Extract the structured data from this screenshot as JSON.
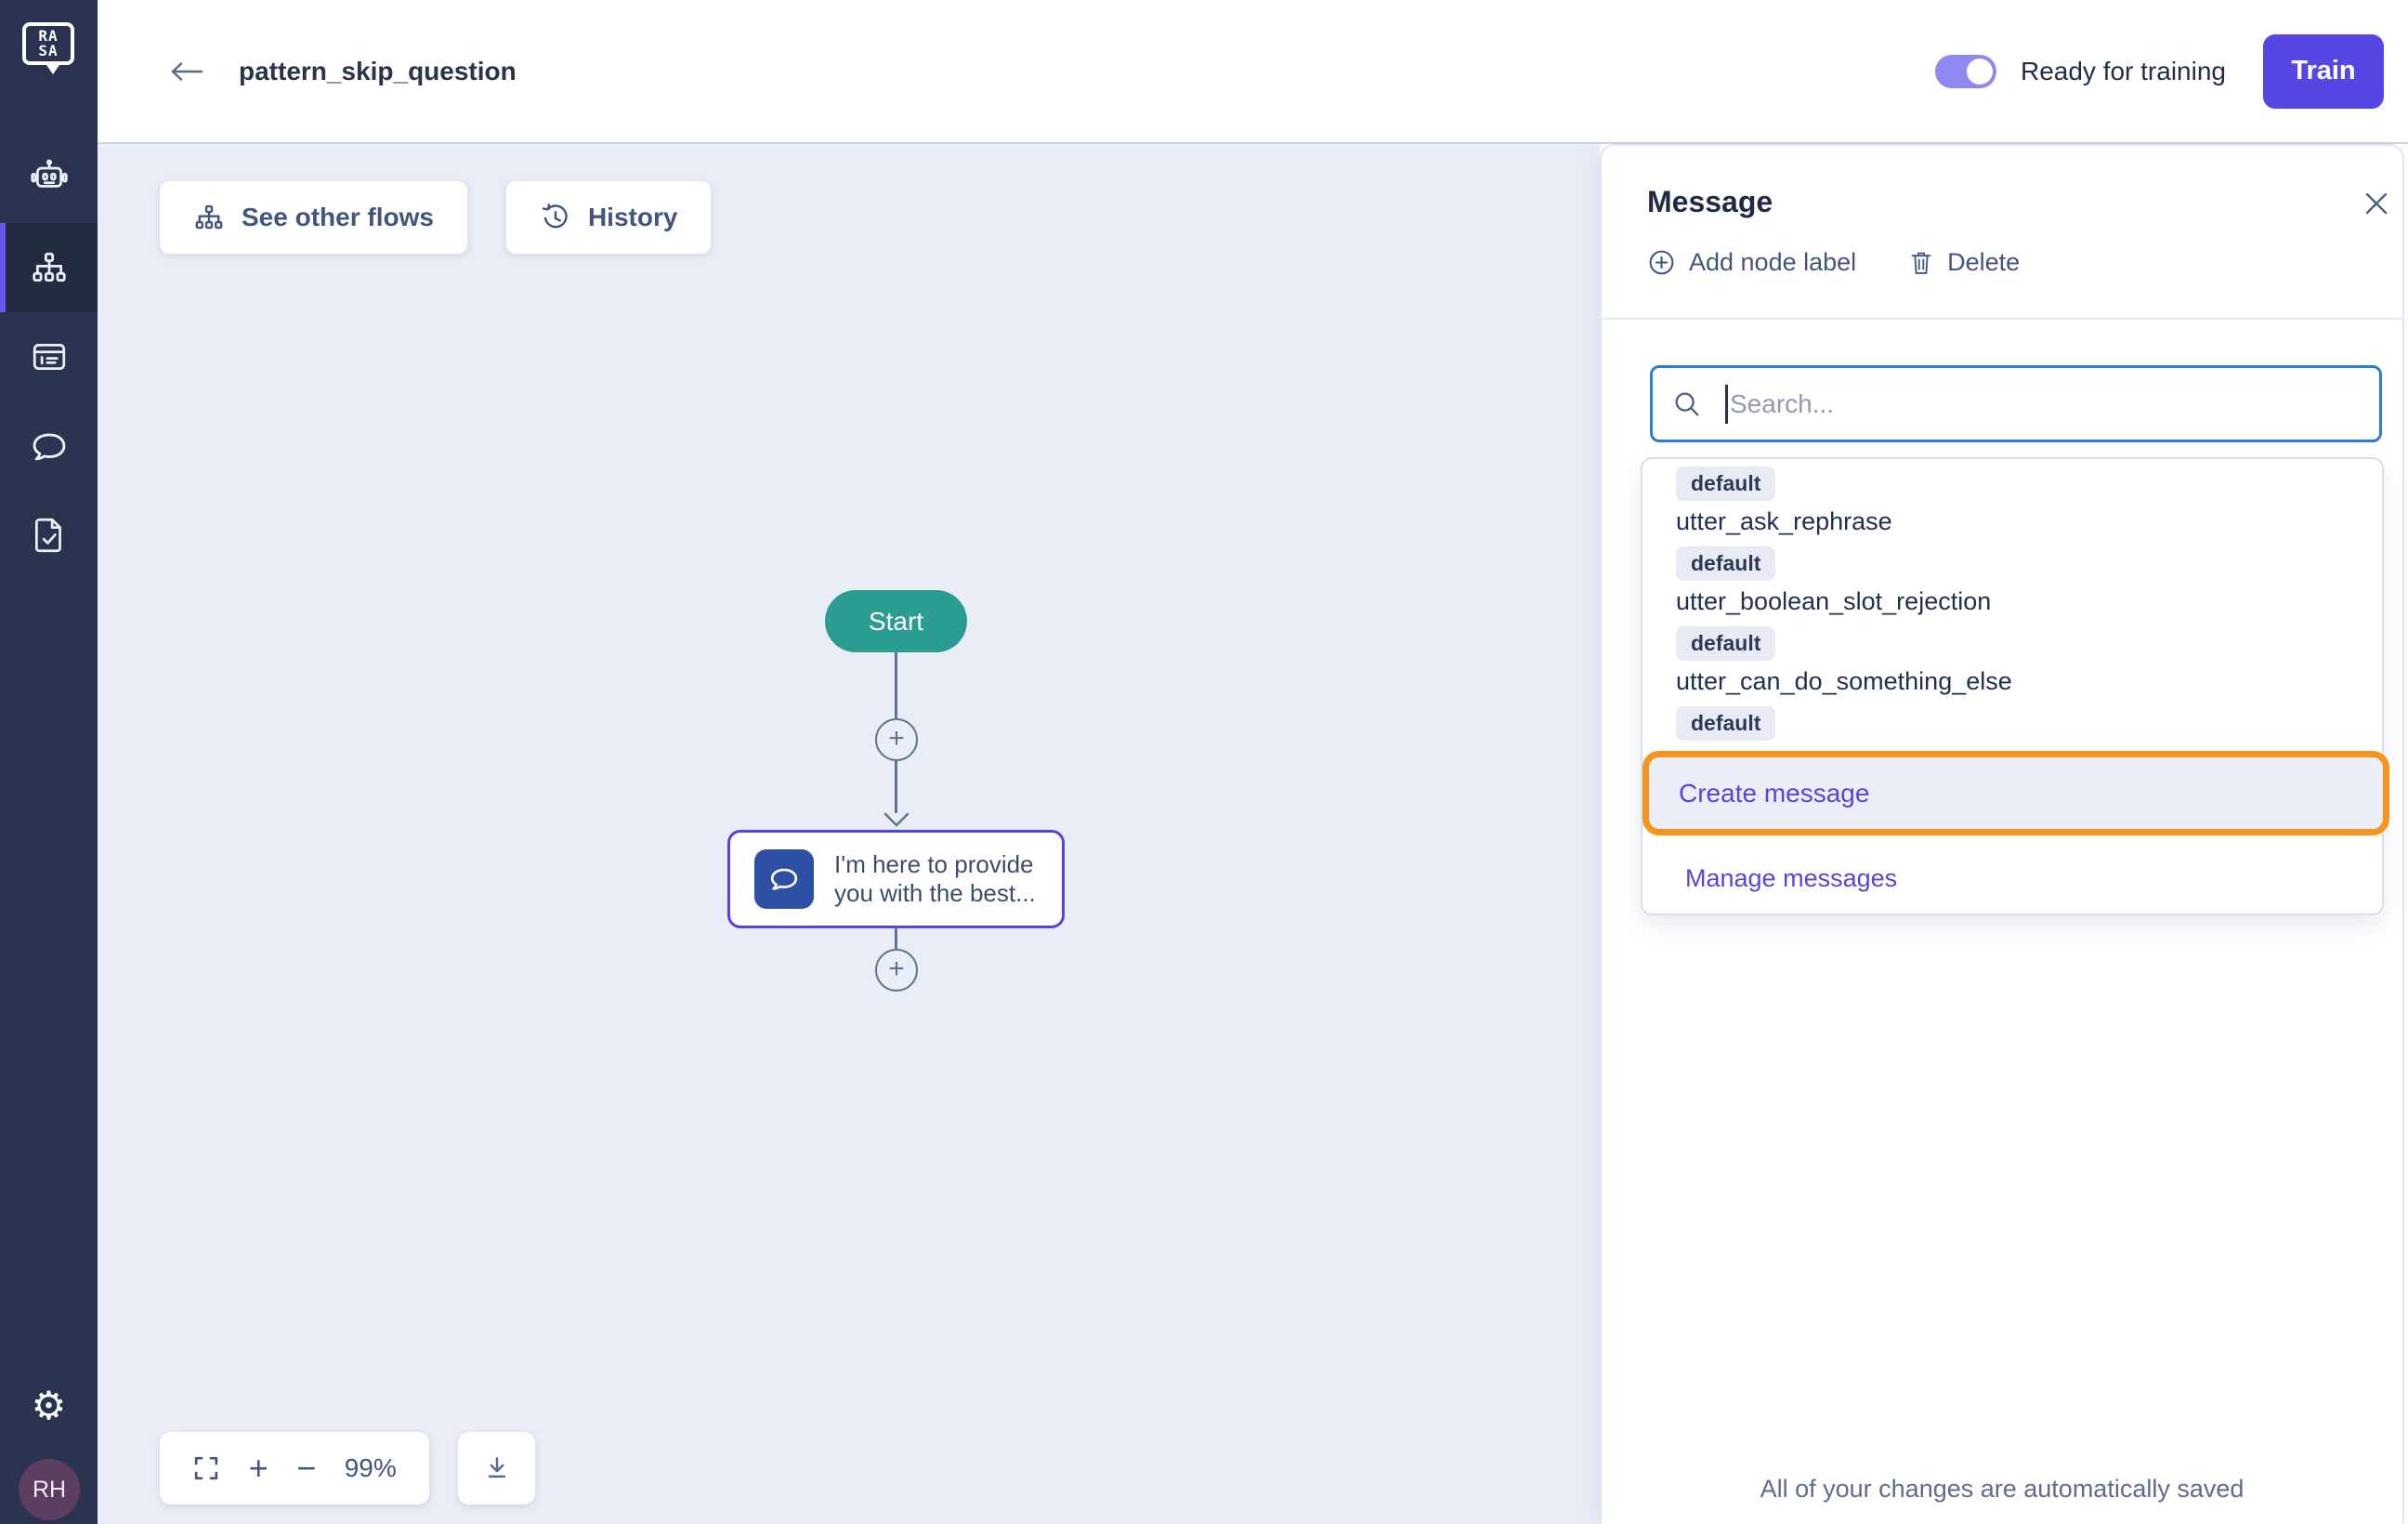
{
  "header": {
    "title": "pattern_skip_question",
    "toggle_label": "Ready for training",
    "train_label": "Train"
  },
  "sidebar": {
    "logo_top": "RA",
    "logo_bottom": "SA",
    "avatar_initials": "RH"
  },
  "canvas": {
    "see_other_flows": "See other flows",
    "history": "History",
    "start_label": "Start",
    "message_node_text": "I'm here to provide you with the best...",
    "zoom_level": "99%"
  },
  "panel": {
    "title": "Message",
    "add_node_label": "Add node label",
    "delete_label": "Delete",
    "search_placeholder": "Search...",
    "items": [
      {
        "badge": "default",
        "name": "utter_ask_rephrase"
      },
      {
        "badge": "default",
        "name": "utter_boolean_slot_rejection"
      },
      {
        "badge": "default",
        "name": "utter_can_do_something_else"
      },
      {
        "badge": "default"
      }
    ],
    "create_label": "Create message",
    "manage_label": "Manage messages",
    "autosave": "All of your changes are automatically saved"
  },
  "icons": {
    "plus": "+",
    "minus": "−",
    "gear": "⚙"
  },
  "colors": {
    "sidebar_bg": "#2a3350",
    "sidebar_active_accent": "#6658e8",
    "primary_purple": "#5646e4",
    "toggle_on": "#8f88f0",
    "teal_start_node": "#2a9c92",
    "node_border_purple": "#5444dd",
    "message_icon_blue": "#2d50a5",
    "canvas_bg": "#e9edf6",
    "highlight_orange": "#f7941d",
    "search_focus_blue": "#2e7cd6",
    "link_purple": "#5646d8"
  }
}
